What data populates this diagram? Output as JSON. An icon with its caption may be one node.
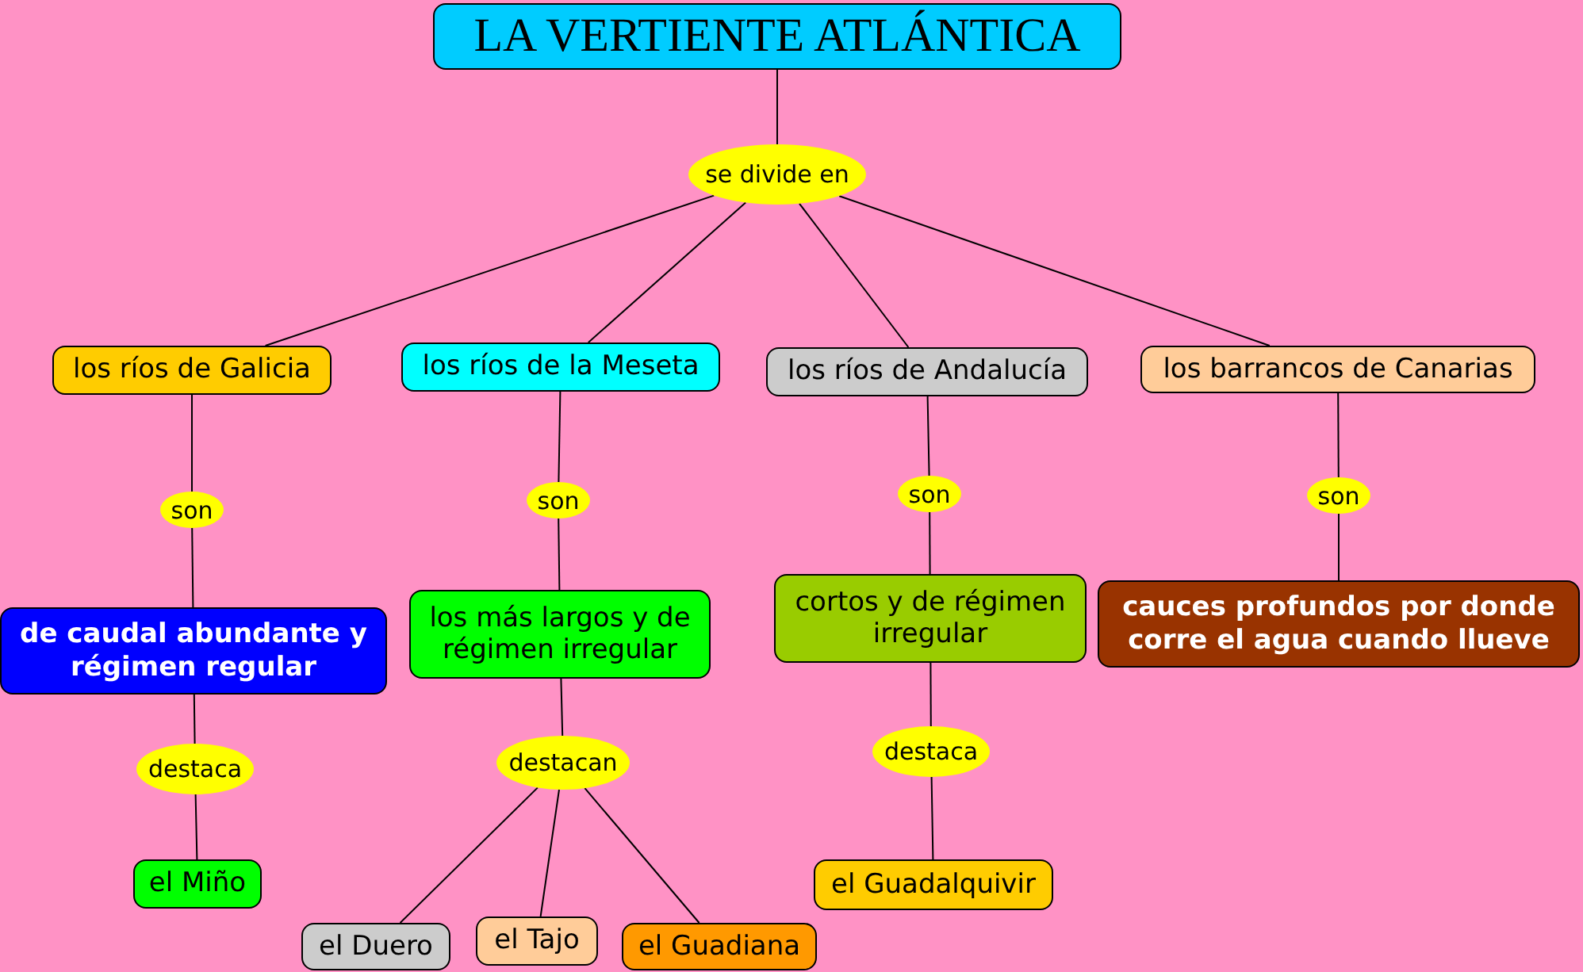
{
  "diagram": {
    "nodes": [
      {
        "text": [
          "LA VERTIENTE ATLÁNTICA"
        ]
      },
      {
        "text": [
          "se divide en"
        ]
      },
      {
        "text": [
          "los ríos de Galicia"
        ]
      },
      {
        "text": [
          "los ríos de la Meseta"
        ]
      },
      {
        "text": [
          "los ríos de Andalucía"
        ]
      },
      {
        "text": [
          "los barrancos de Canarias"
        ]
      },
      {
        "text": [
          "son"
        ]
      },
      {
        "text": [
          "son"
        ]
      },
      {
        "text": [
          "son"
        ]
      },
      {
        "text": [
          "son"
        ]
      },
      {
        "text": [
          "de caudal abundante y régimen regular"
        ]
      },
      {
        "text": [
          "los más largos y de régimen irregular"
        ]
      },
      {
        "text": [
          "cortos y de régimen irregular"
        ]
      },
      {
        "text": [
          "cauces profundos por donde corre el agua cuando llueve"
        ]
      },
      {
        "text": [
          "destaca"
        ]
      },
      {
        "text": [
          "destacan"
        ]
      },
      {
        "text": [
          "destaca"
        ]
      },
      {
        "text": [
          "el Miño"
        ]
      },
      {
        "text": [
          "el Duero"
        ]
      },
      {
        "text": [
          "el Tajo"
        ]
      },
      {
        "text": [
          "el Guadiana"
        ]
      },
      {
        "text": [
          "el Guadalquivir"
        ]
      }
    ],
    "edges": [
      {
        "from": 0,
        "to": 1,
        "arrow": "none"
      },
      {
        "from": 1,
        "to": 2,
        "arrow": "none"
      },
      {
        "from": 1,
        "to": 3,
        "arrow": "none"
      },
      {
        "from": 1,
        "to": 4,
        "arrow": "none"
      },
      {
        "from": 1,
        "to": 5,
        "arrow": "none"
      },
      {
        "from": 2,
        "to": 6,
        "arrow": "none"
      },
      {
        "from": 6,
        "to": 10,
        "arrow": "none"
      },
      {
        "from": 3,
        "to": 7,
        "arrow": "none"
      },
      {
        "from": 7,
        "to": 11,
        "arrow": "none"
      },
      {
        "from": 4,
        "to": 8,
        "arrow": "none"
      },
      {
        "from": 8,
        "to": 12,
        "arrow": "none"
      },
      {
        "from": 5,
        "to": 9,
        "arrow": "none"
      },
      {
        "from": 9,
        "to": 13,
        "arrow": "none"
      },
      {
        "from": 10,
        "to": 14,
        "arrow": "none"
      },
      {
        "from": 14,
        "to": 17,
        "arrow": "none"
      },
      {
        "from": 11,
        "to": 15,
        "arrow": "none"
      },
      {
        "from": 15,
        "to": 18,
        "arrow": "none"
      },
      {
        "from": 15,
        "to": 19,
        "arrow": "none"
      },
      {
        "from": 15,
        "to": 20,
        "arrow": "none"
      },
      {
        "from": 12,
        "to": 16,
        "arrow": "none"
      },
      {
        "from": 16,
        "to": 21,
        "arrow": "none"
      }
    ]
  }
}
